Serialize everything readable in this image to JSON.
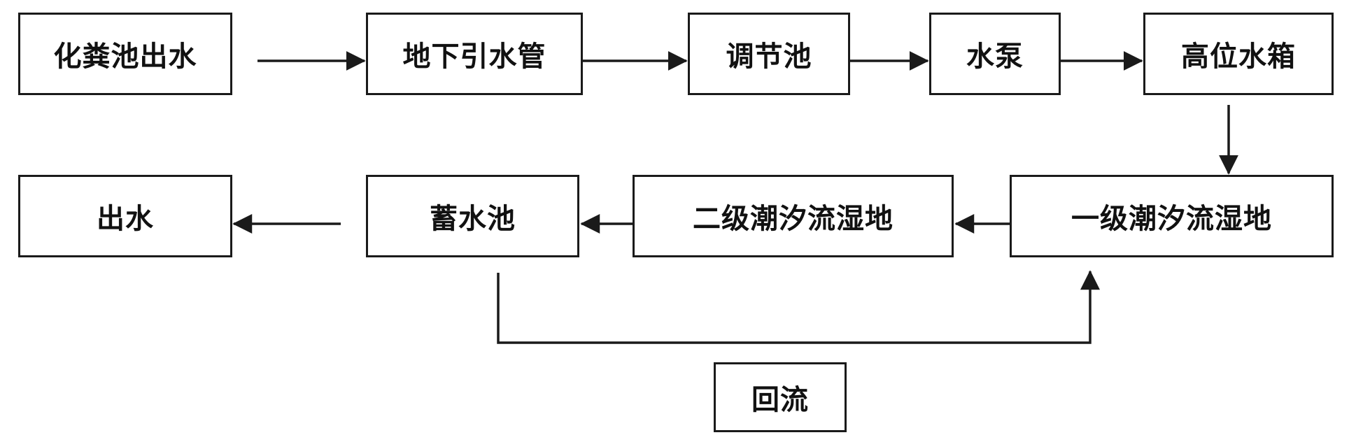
{
  "nodes": {
    "septic_outflow": "化粪池出水",
    "underground_pipe": "地下引水管",
    "regulating_tank": "调节池",
    "pump": "水泵",
    "elevated_tank": "高位水箱",
    "outflow": "出水",
    "storage_tank": "蓄水池",
    "wetland_stage2": "二级潮汐流湿地",
    "wetland_stage1": "一级潮汐流湿地",
    "recirculation": "回流"
  },
  "edges": [
    {
      "from": "化粪池出水",
      "to": "地下引水管"
    },
    {
      "from": "地下引水管",
      "to": "调节池"
    },
    {
      "from": "调节池",
      "to": "水泵"
    },
    {
      "from": "水泵",
      "to": "高位水箱"
    },
    {
      "from": "高位水箱",
      "to": "一级潮汐流湿地"
    },
    {
      "from": "一级潮汐流湿地",
      "to": "二级潮汐流湿地"
    },
    {
      "from": "二级潮汐流湿地",
      "to": "蓄水池"
    },
    {
      "from": "蓄水池",
      "to": "出水"
    },
    {
      "from": "蓄水池",
      "to": "一级潮汐流湿地",
      "via": "回流"
    }
  ],
  "colors": {
    "line": "#1a1a1a",
    "box_border": "#1a1a1a",
    "background": "#ffffff"
  }
}
